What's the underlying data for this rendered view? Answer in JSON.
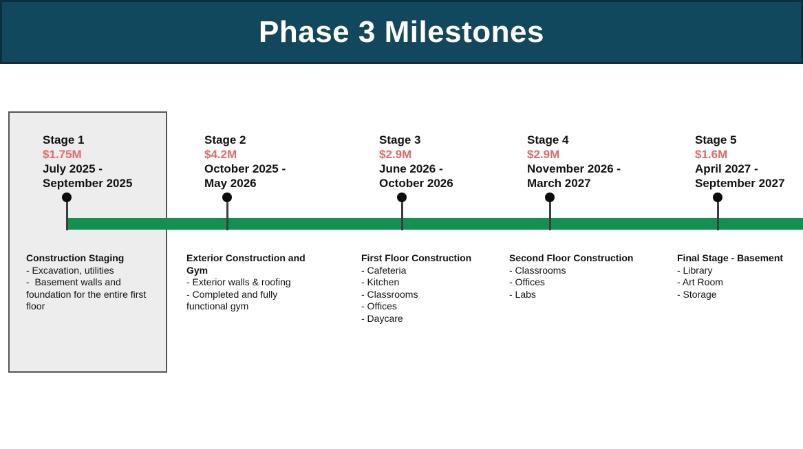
{
  "title": "Phase 3 Milestones",
  "colors": {
    "header_bg": "#12485e",
    "accent_red": "#e16b6b",
    "timeline_green": "#119150",
    "panel_bg": "#ededed"
  },
  "stages": [
    {
      "name": "Stage 1",
      "cost": "$1.75M",
      "date_line1": "July 2025 -",
      "date_line2": "September 2025",
      "desc_title": "Construction Staging",
      "bullets": [
        "- Excavation, utilities",
        "-  Basement walls and foundation for the entire first floor"
      ]
    },
    {
      "name": "Stage 2",
      "cost": "$4.2M",
      "date_line1": "October 2025 -",
      "date_line2": "May 2026",
      "desc_title": "Exterior Construction and Gym",
      "bullets": [
        "- Exterior walls & roofing",
        "- Completed and fully functional gym"
      ]
    },
    {
      "name": "Stage 3",
      "cost": "$2.9M",
      "date_line1": "June 2026 -",
      "date_line2": "October 2026",
      "desc_title": "First Floor Construction",
      "bullets": [
        "- Cafeteria",
        "- Kitchen",
        "- Classrooms",
        "- Offices",
        "- Daycare"
      ]
    },
    {
      "name": "Stage 4",
      "cost": "$2.9M",
      "date_line1": "November 2026 -",
      "date_line2": "March 2027",
      "desc_title": "Second Floor Construction",
      "bullets": [
        "- Classrooms",
        "- Offices",
        "- Labs"
      ]
    },
    {
      "name": "Stage 5",
      "cost": "$1.6M",
      "date_line1": "April 2027 -",
      "date_line2": "September 2027",
      "desc_title": "Final Stage - Basement",
      "bullets": [
        "- Library",
        "- Art Room",
        "- Storage"
      ]
    }
  ]
}
